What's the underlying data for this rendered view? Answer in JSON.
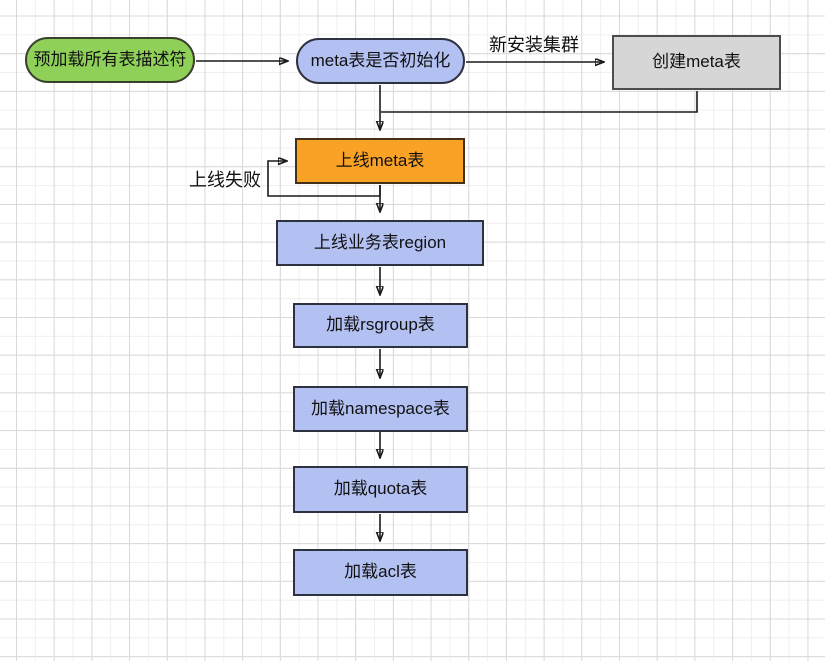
{
  "nodes": {
    "start": {
      "label": "预加载所有表描述符"
    },
    "decision": {
      "label": "meta表是否初始化"
    },
    "create_meta": {
      "label": "创建meta表"
    },
    "online_meta": {
      "label": "上线meta表"
    },
    "online_region": {
      "label": "上线业务表region"
    },
    "load_rsgroup": {
      "label": "加载rsgroup表"
    },
    "load_namespace": {
      "label": "加载namespace表"
    },
    "load_quota": {
      "label": "加载quota表"
    },
    "load_acl": {
      "label": "加载acl表"
    }
  },
  "edge_labels": {
    "new_cluster": "新安装集群",
    "online_fail": "上线失败"
  },
  "colors": {
    "start_fill": "#8fd158",
    "decision_fill": "#b3c0f2",
    "create_meta_fill": "#d6d6d6",
    "online_meta_fill": "#f9a226",
    "step_fill": "#b3c0f2",
    "connector": "#1a1a1a",
    "grid_major": "#d9d9d9",
    "grid_minor": "#efefef"
  }
}
